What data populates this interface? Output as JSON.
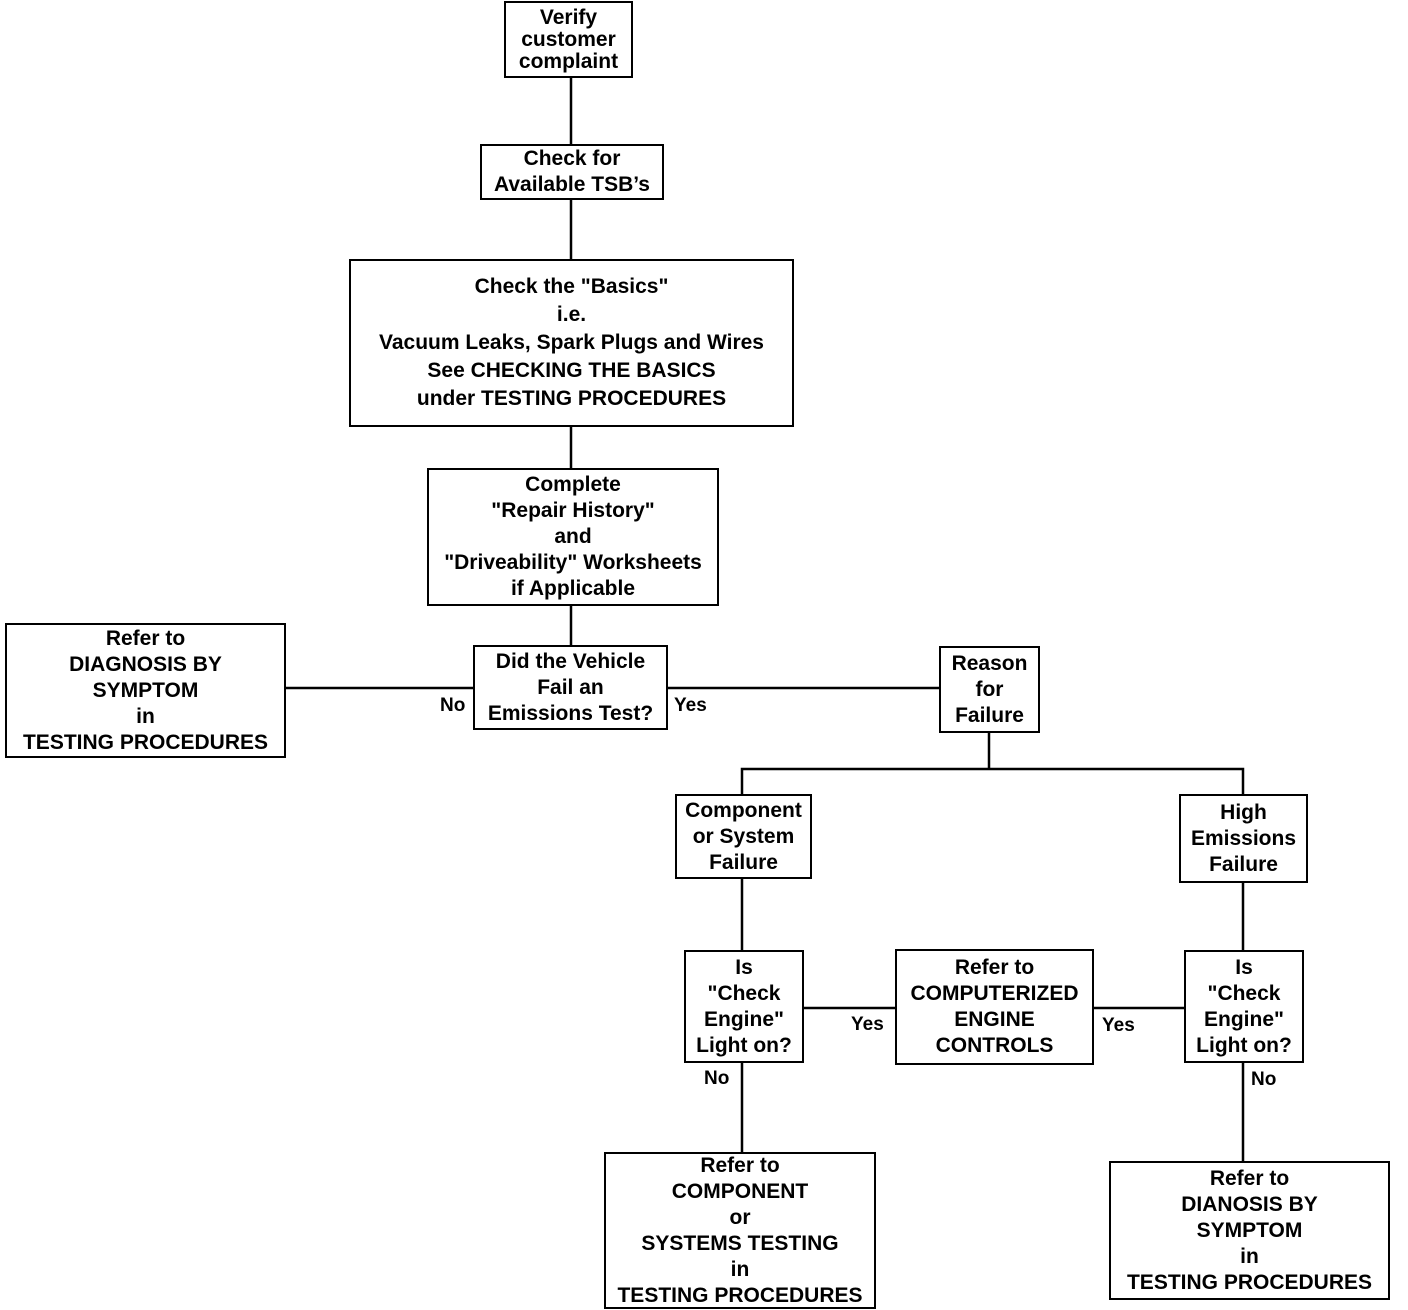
{
  "nodes": {
    "verify": [
      "Verify",
      "customer",
      "complaint"
    ],
    "tsb": [
      "Check for",
      "Available TSB’s"
    ],
    "basics": [
      "Check the \"Basics\"",
      "i.e.",
      "Vacuum Leaks, Spark Plugs and Wires",
      "See CHECKING THE BASICS",
      "under TESTING PROCEDURES"
    ],
    "history": [
      "Complete",
      "\"Repair History\"",
      "and",
      "\"Driveability\" Worksheets",
      "if Applicable"
    ],
    "diag_left": [
      "Refer to",
      "DIAGNOSIS BY",
      "SYMPTOM",
      "in",
      "TESTING PROCEDURES"
    ],
    "emissions_q": [
      "Did the Vehicle",
      "Fail an",
      "Emissions Test?"
    ],
    "reason": [
      "Reason",
      "for",
      "Failure"
    ],
    "component": [
      "Component",
      "or System",
      "Failure"
    ],
    "high": [
      "High",
      "Emissions",
      "Failure"
    ],
    "cel_left": [
      "Is",
      "\"Check",
      "Engine\"",
      "Light on?"
    ],
    "computerized": [
      "Refer to",
      "COMPUTERIZED",
      "ENGINE",
      "CONTROLS"
    ],
    "cel_right": [
      "Is",
      "\"Check",
      "Engine\"",
      "Light on?"
    ],
    "comp_testing": [
      "Refer to",
      "COMPONENT",
      "or",
      "SYSTEMS TESTING",
      "in",
      "TESTING PROCEDURES"
    ],
    "diag_right": [
      "Refer to",
      "DIANOSIS BY",
      "SYMPTOM",
      "in",
      "TESTING PROCEDURES"
    ]
  },
  "labels": {
    "emissions_no": "No",
    "emissions_yes": "Yes",
    "cel_left_yes": "Yes",
    "cel_left_no": "No",
    "cel_right_yes": "Yes",
    "cel_right_no": "No"
  }
}
